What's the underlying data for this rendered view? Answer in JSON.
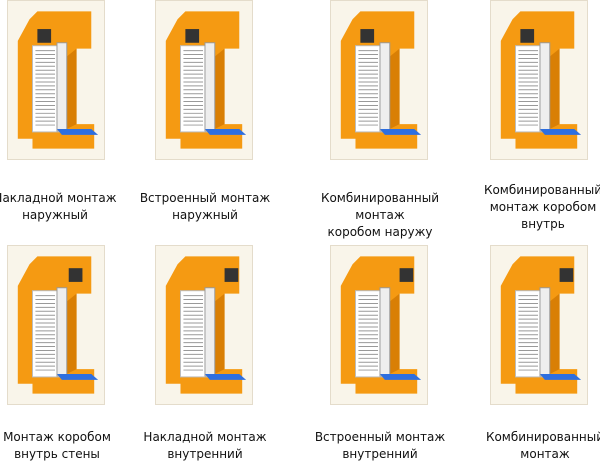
{
  "items": [
    {
      "label_line1": "Накладной монтаж",
      "label_line2": "наружный"
    },
    {
      "label_line1": "Встроенный монтаж",
      "label_line2": "наружный"
    },
    {
      "label_line1": "Комбинированный монтаж",
      "label_line2": "коробом наружу"
    },
    {
      "label_line1": "Комбинированный",
      "label_line2": "монтаж коробом",
      "label_line3": "внутрь"
    },
    {
      "label_line1": "Монтаж коробом",
      "label_line2": "внутрь стены"
    },
    {
      "label_line1": "Накладной монтаж",
      "label_line2": "внутренний"
    },
    {
      "label_line1": "Встроенный монтаж",
      "label_line2": "внутренний"
    },
    {
      "label_line1": "Комбинированный",
      "label_line2": "монтаж"
    }
  ],
  "colors": {
    "wall": "#f59a12",
    "wall_dark": "#d97f05",
    "sill": "#2e6fe0",
    "box": "#333333",
    "card_bg": "#f9f5ea"
  }
}
